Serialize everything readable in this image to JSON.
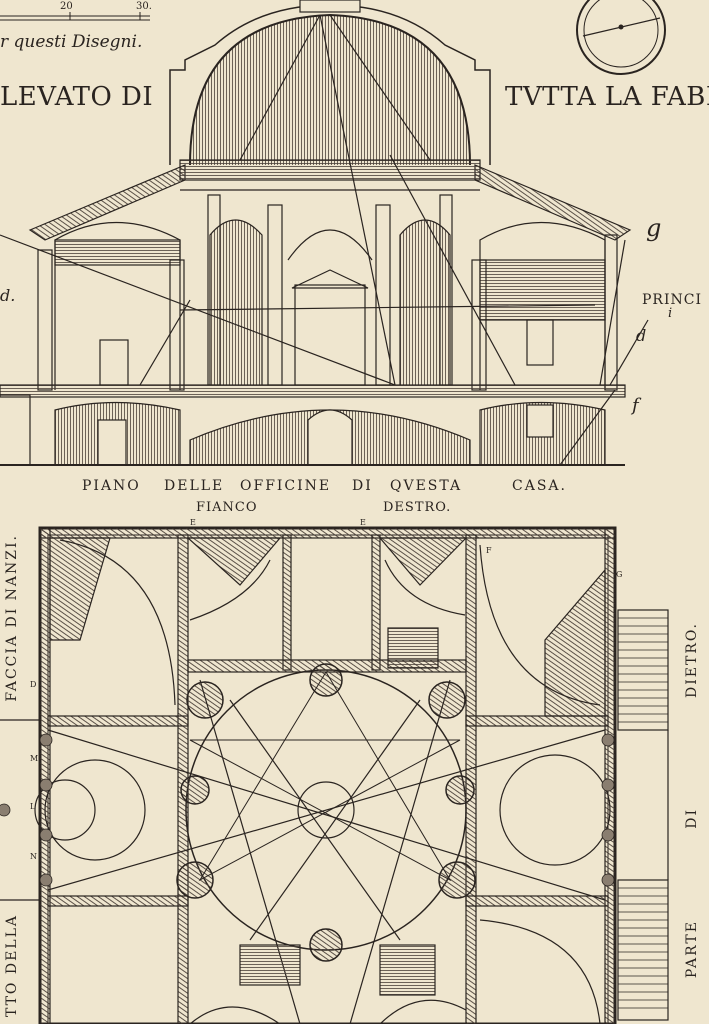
{
  "header": {
    "scale_ticks": [
      "20",
      "30."
    ],
    "caption": "r questi Disegni.",
    "title_left": "LEVATO DI",
    "title_right": "TVTTA LA FABR"
  },
  "section_labels": {
    "princi": "PRINCI",
    "g": "g",
    "f": "f",
    "i": "i",
    "d_left": "d.",
    "d_right": "d"
  },
  "plan_headers": {
    "piano": "PIANO",
    "delle": "DELLE",
    "officine": "OFFICINE",
    "di": "DI",
    "questa": "QVESTA",
    "casa": "CASA.",
    "fianco": "FIANCO",
    "destro": "DESTRO."
  },
  "side_labels": {
    "faccia_di_nanzi": "FACCIA DI NANZI.",
    "tto_della": "TTO DELLA",
    "dietro": "DIETRO.",
    "di": "DI",
    "parte": "PARTE"
  },
  "plan_letters": [
    "E",
    "E",
    "F",
    "G",
    "M",
    "L",
    "N",
    "D"
  ],
  "colors": {
    "paper": "#efe6cf",
    "ink": "#2a2420",
    "hatch": "#5a4f44"
  }
}
